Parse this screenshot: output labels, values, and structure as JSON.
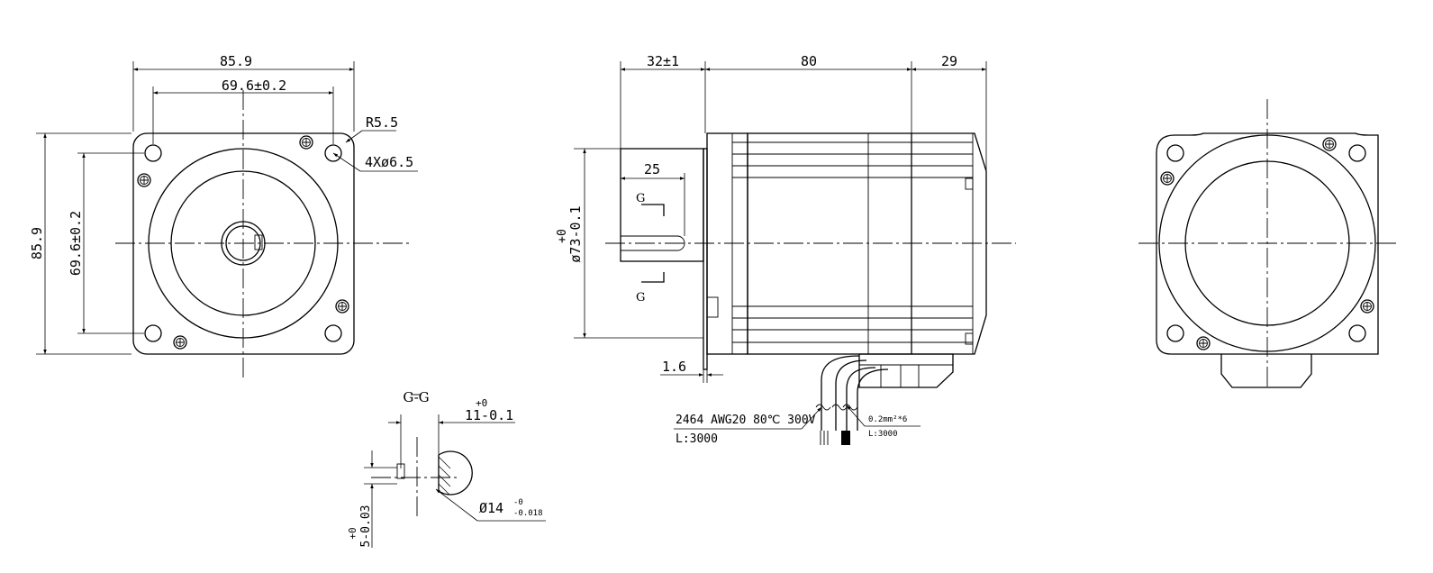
{
  "drawing": {
    "front_view": {
      "overall_width": "85.9",
      "hole_pitch_horizontal": "69.6±0.2",
      "corner_radius": "R5.5",
      "mounting_holes": "4Xø6.5",
      "overall_height": "85.9",
      "hole_pitch_vertical": "69.6±0.2"
    },
    "side_view": {
      "shaft_length": "32±1",
      "body_length": "80",
      "rear_length": "29",
      "key_length": "25",
      "section_mark_top": "G",
      "section_mark_bottom": "G",
      "pilot_tol_upper": "+0",
      "pilot_diameter": "ø73-0.1",
      "flange_thickness": "1.6",
      "cable_spec": "2464 AWG20 80℃ 300V",
      "cable_length": "L:3000",
      "wire_spec": "0.2mm²*6",
      "wire_length": "L:3000"
    },
    "section_view": {
      "title": "G-G",
      "flat_tol_upper": "+0",
      "flat_dim": "11-0.1",
      "shaft_diameter": "Ø14",
      "shaft_tol_upper": "-0",
      "shaft_tol_lower": "-0.018",
      "key_tol_upper": "+0",
      "key_dim": "5-0.03"
    },
    "rear_view": {}
  }
}
